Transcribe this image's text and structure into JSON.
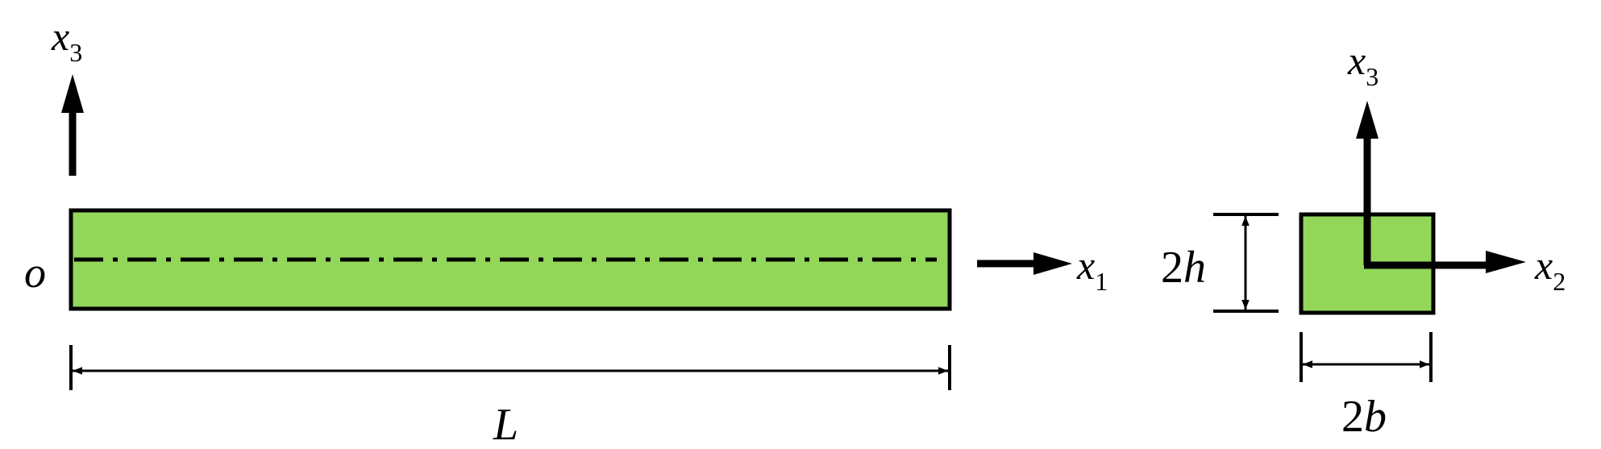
{
  "figure": {
    "beam": {
      "fill": "#92d65a",
      "stroke": "#000000",
      "origin_label": "o",
      "axis_x3": {
        "base": "x",
        "sub": "3"
      },
      "axis_x1": {
        "base": "x",
        "sub": "1"
      },
      "length_label": "L"
    },
    "cross_section": {
      "fill": "#92d65a",
      "stroke": "#000000",
      "axis_x3": {
        "base": "x",
        "sub": "3"
      },
      "axis_x2": {
        "base": "x",
        "sub": "2"
      },
      "height_label": {
        "num": "2",
        "var": "h"
      },
      "width_label": {
        "num": "2",
        "var": "b"
      }
    }
  }
}
